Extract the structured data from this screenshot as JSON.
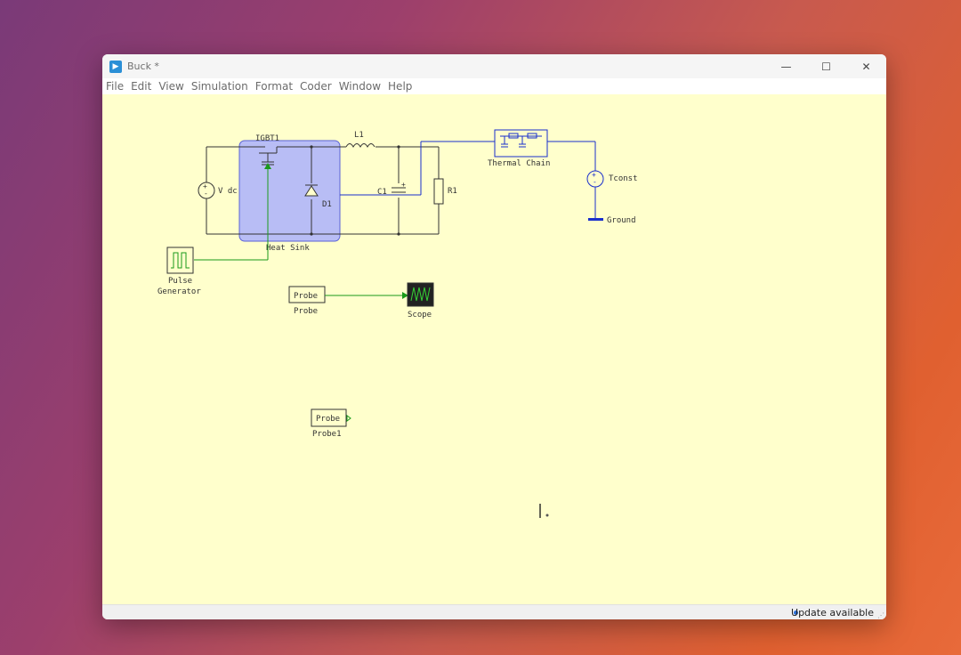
{
  "window": {
    "title": "Buck *",
    "controls": {
      "minimize": "—",
      "maximize": "☐",
      "close": "✕"
    }
  },
  "menu": [
    "File",
    "Edit",
    "View",
    "Simulation",
    "Format",
    "Coder",
    "Window",
    "Help"
  ],
  "schematic": {
    "components": {
      "igbt": "IGBT1",
      "inductor": "L1",
      "thermal_chain": "Thermal Chain",
      "vdc": "V dc",
      "diode": "D1",
      "capacitor": "C1",
      "resistor": "R1",
      "tconst": "Tconst",
      "ground": "Ground",
      "heat_sink": "Heat Sink",
      "pulse_generator_line1": "Pulse",
      "pulse_generator_line2": "Generator",
      "probe_block": "Probe",
      "probe_label": "Probe",
      "scope": "Scope",
      "probe1_block": "Probe",
      "probe1_label": "Probe1"
    },
    "colors": {
      "wire_electrical": "#333333",
      "wire_thermal": "#1a2fcc",
      "wire_signal": "#1a9a1a",
      "heat_sink_fill": "#b8bdf5",
      "canvas": "#ffffcc"
    }
  },
  "status": {
    "text": "Update available"
  }
}
